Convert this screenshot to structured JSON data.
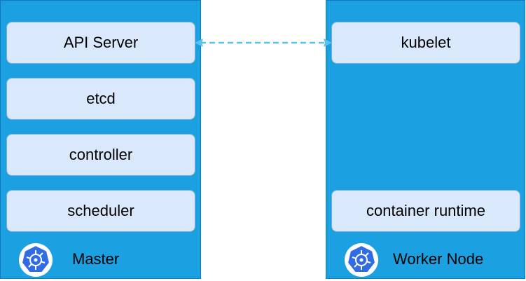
{
  "master": {
    "label": "Master",
    "components": [
      "API Server",
      "etcd",
      "controller",
      "scheduler"
    ]
  },
  "worker": {
    "label": "Worker Node",
    "components": [
      "kubelet",
      "container runtime"
    ]
  },
  "icons": {
    "node_icon": "kubernetes-logo-icon",
    "link_icon": "dashed-bidirectional-arrow-icon"
  },
  "colors": {
    "node_fill": "#1ba1e2",
    "component_fill": "#dae8fc",
    "connector": "#5bc0eb",
    "logo": "#326ce5"
  }
}
